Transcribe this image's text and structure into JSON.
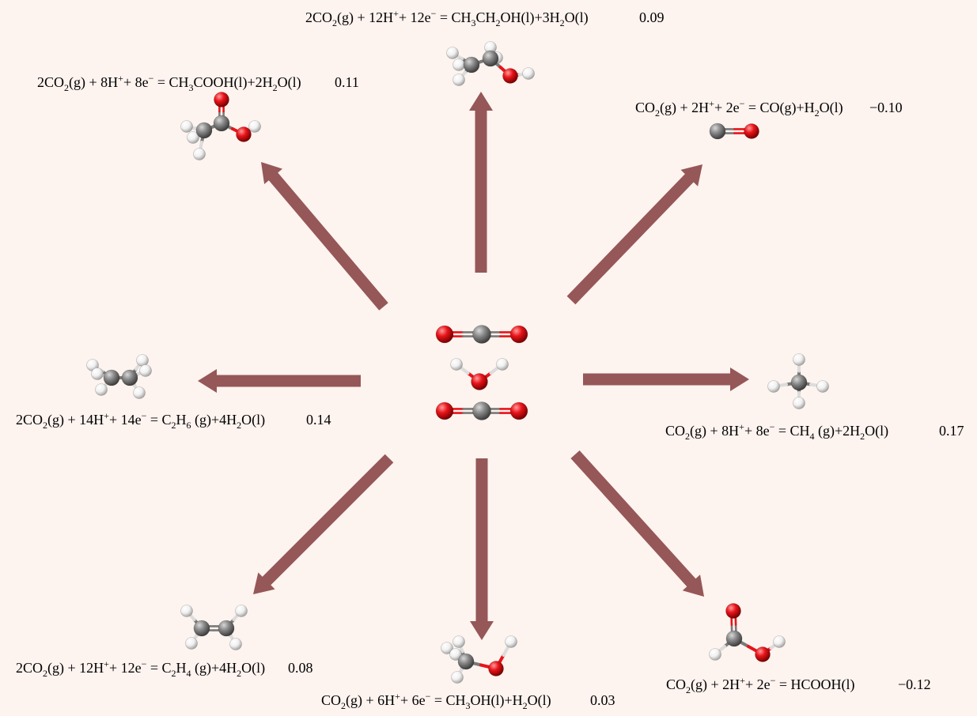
{
  "colors": {
    "background": "#fdf3ef",
    "arrow": "#955757",
    "carbon": "#7a7a7a",
    "oxygen": "#e8141a",
    "hydrogen": "#f4f4f4"
  },
  "center": {
    "molecules": [
      {
        "name": "co2-molecule-top",
        "icon": "carbon-dioxide-ball-stick-icon"
      },
      {
        "name": "h2o-molecule",
        "icon": "water-ball-stick-icon"
      },
      {
        "name": "co2-molecule-bottom",
        "icon": "carbon-dioxide-ball-stick-icon"
      }
    ]
  },
  "reactions": [
    {
      "id": "ethanol",
      "icon": "ethanol-ball-stick-icon",
      "equation": [
        {
          "t": "2CO"
        },
        {
          "t": "2",
          "sub": true
        },
        {
          "t": "(g) + 12H"
        },
        {
          "t": "+",
          "sup": true
        },
        {
          "t": "+ 12e"
        },
        {
          "t": "−",
          "sup": true
        },
        {
          "t": " = CH"
        },
        {
          "t": "3",
          "sub": true
        },
        {
          "t": "CH"
        },
        {
          "t": "2",
          "sub": true
        },
        {
          "t": "OH(l)+3H"
        },
        {
          "t": "2",
          "sub": true
        },
        {
          "t": "O(l)"
        }
      ],
      "potential": "0.09"
    },
    {
      "id": "acetic-acid",
      "icon": "acetic-acid-ball-stick-icon",
      "equation": [
        {
          "t": "2CO"
        },
        {
          "t": "2",
          "sub": true
        },
        {
          "t": "(g) + 8H"
        },
        {
          "t": "+",
          "sup": true
        },
        {
          "t": "+ 8e"
        },
        {
          "t": "−",
          "sup": true
        },
        {
          "t": " = CH"
        },
        {
          "t": "3",
          "sub": true
        },
        {
          "t": "COOH(l)+2H"
        },
        {
          "t": "2",
          "sub": true
        },
        {
          "t": "O(l)"
        }
      ],
      "potential": "0.11"
    },
    {
      "id": "carbon-monoxide",
      "icon": "carbon-monoxide-ball-stick-icon",
      "equation": [
        {
          "t": "CO"
        },
        {
          "t": "2",
          "sub": true
        },
        {
          "t": "(g) + 2H"
        },
        {
          "t": "+",
          "sup": true
        },
        {
          "t": "+ 2e"
        },
        {
          "t": "−",
          "sup": true
        },
        {
          "t": " = CO(g)+H"
        },
        {
          "t": "2",
          "sub": true
        },
        {
          "t": "O(l)"
        }
      ],
      "potential": "−0.10"
    },
    {
      "id": "ethane",
      "icon": "ethane-ball-stick-icon",
      "equation": [
        {
          "t": "2CO"
        },
        {
          "t": "2",
          "sub": true
        },
        {
          "t": "(g) + 14H"
        },
        {
          "t": "+",
          "sup": true
        },
        {
          "t": "+ 14e"
        },
        {
          "t": "−",
          "sup": true
        },
        {
          "t": " = C"
        },
        {
          "t": "2",
          "sub": true
        },
        {
          "t": "H"
        },
        {
          "t": "6",
          "sub": true
        },
        {
          "t": " (g)+4H"
        },
        {
          "t": "2",
          "sub": true
        },
        {
          "t": "O(l)"
        }
      ],
      "potential": "0.14"
    },
    {
      "id": "methane",
      "icon": "methane-ball-stick-icon",
      "equation": [
        {
          "t": "CO"
        },
        {
          "t": "2",
          "sub": true
        },
        {
          "t": "(g) + 8H"
        },
        {
          "t": "+",
          "sup": true
        },
        {
          "t": "+ 8e"
        },
        {
          "t": "−",
          "sup": true
        },
        {
          "t": " = CH"
        },
        {
          "t": "4",
          "sub": true
        },
        {
          "t": " (g)+2H"
        },
        {
          "t": "2",
          "sub": true
        },
        {
          "t": "O(l)"
        }
      ],
      "potential": "0.17"
    },
    {
      "id": "ethylene",
      "icon": "ethylene-ball-stick-icon",
      "equation": [
        {
          "t": "2CO"
        },
        {
          "t": "2",
          "sub": true
        },
        {
          "t": "(g) + 12H"
        },
        {
          "t": "+",
          "sup": true
        },
        {
          "t": "+ 12e"
        },
        {
          "t": "−",
          "sup": true
        },
        {
          "t": " = C"
        },
        {
          "t": "2",
          "sub": true
        },
        {
          "t": "H"
        },
        {
          "t": "4",
          "sub": true
        },
        {
          "t": " (g)+4H"
        },
        {
          "t": "2",
          "sub": true
        },
        {
          "t": "O(l)"
        }
      ],
      "potential": "0.08"
    },
    {
      "id": "methanol",
      "icon": "methanol-ball-stick-icon",
      "equation": [
        {
          "t": "CO"
        },
        {
          "t": "2",
          "sub": true
        },
        {
          "t": "(g) + 6H"
        },
        {
          "t": "+",
          "sup": true
        },
        {
          "t": "+ 6e"
        },
        {
          "t": "−",
          "sup": true
        },
        {
          "t": " = CH"
        },
        {
          "t": "3",
          "sub": true
        },
        {
          "t": "OH(l)+H"
        },
        {
          "t": "2",
          "sub": true
        },
        {
          "t": "O(l)"
        }
      ],
      "potential": "0.03"
    },
    {
      "id": "formic-acid",
      "icon": "formic-acid-ball-stick-icon",
      "equation": [
        {
          "t": "CO"
        },
        {
          "t": "2",
          "sub": true
        },
        {
          "t": "(g) + 2H"
        },
        {
          "t": "+",
          "sup": true
        },
        {
          "t": "+ 2e"
        },
        {
          "t": "−",
          "sup": true
        },
        {
          "t": " = HCOOH(l)"
        }
      ],
      "potential": "−0.12"
    }
  ]
}
